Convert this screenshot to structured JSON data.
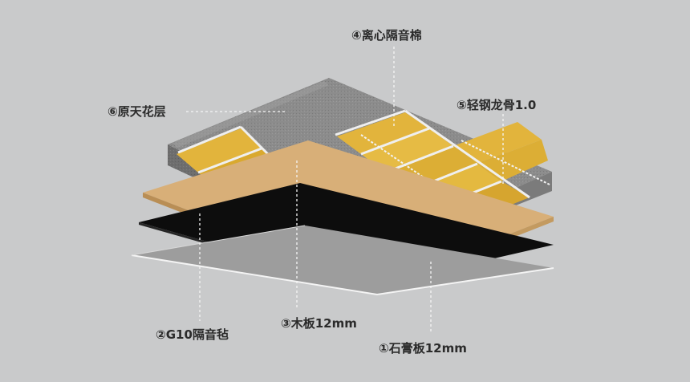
{
  "background_color": "#c9cacb",
  "layers": [
    {
      "id": "ceiling",
      "label": "⑥原天花层",
      "color": "#8a8a8a"
    },
    {
      "id": "insulation",
      "label": "④离心隔音棉",
      "color": "#e0b43a"
    },
    {
      "id": "keel",
      "label": "⑤轻钢龙骨1.0",
      "color": "#e8e8e8"
    },
    {
      "id": "wood",
      "label": "③木板12mm",
      "color": "#d9b07a"
    },
    {
      "id": "felt",
      "label": "②G10隔音毡",
      "color": "#0d0d0d"
    },
    {
      "id": "gypsum",
      "label": "①石膏板12mm",
      "color": "#9c9c9c"
    }
  ]
}
